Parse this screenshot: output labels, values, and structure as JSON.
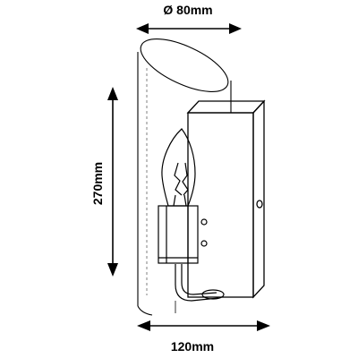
{
  "dimensions": {
    "diameter": "Ø 80mm",
    "height": "270mm",
    "depth": "120mm"
  }
}
